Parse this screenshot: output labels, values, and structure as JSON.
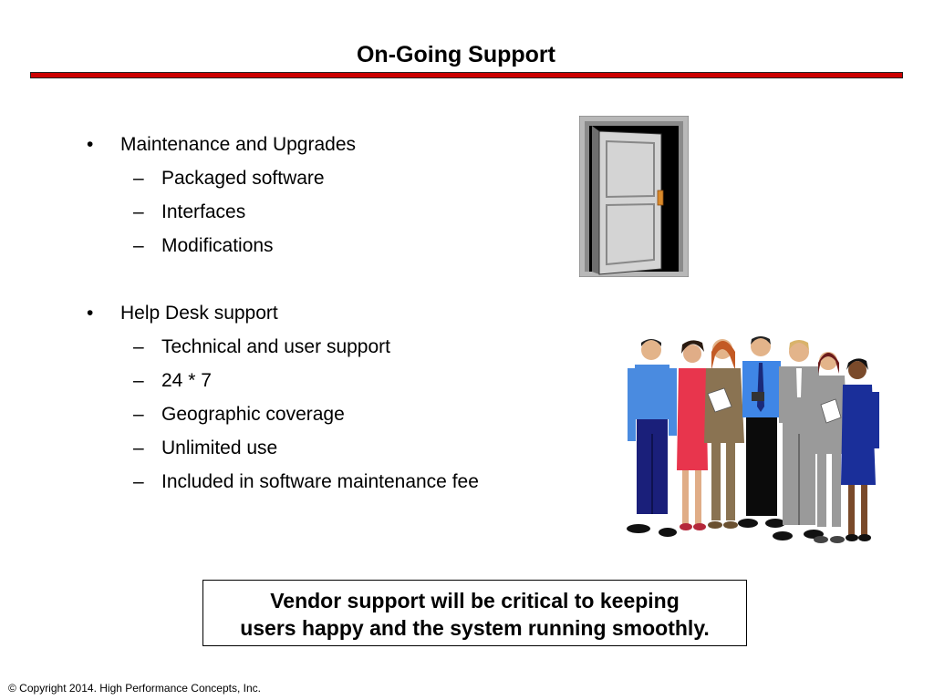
{
  "slide": {
    "title": "On-Going Support",
    "sections": [
      {
        "label": "Maintenance and Upgrades",
        "items": [
          "Packaged software",
          "Interfaces",
          "Modifications"
        ]
      },
      {
        "label": "Help Desk support",
        "items": [
          "Technical and user support",
          "24 * 7",
          "Geographic coverage",
          "Unlimited use",
          "Included in software maintenance fee"
        ]
      }
    ],
    "bullet_mark": "•",
    "sub_mark": "–",
    "callout": {
      "line1": "Vendor support will be critical to keeping",
      "line2": "users happy and the system running smoothly."
    },
    "footer": "© Copyright 2014.  High Performance Concepts, Inc.",
    "colors": {
      "rule": "#cc0000"
    },
    "images": {
      "door": "open-door-clipart",
      "people": "group-of-people-clipart"
    }
  }
}
